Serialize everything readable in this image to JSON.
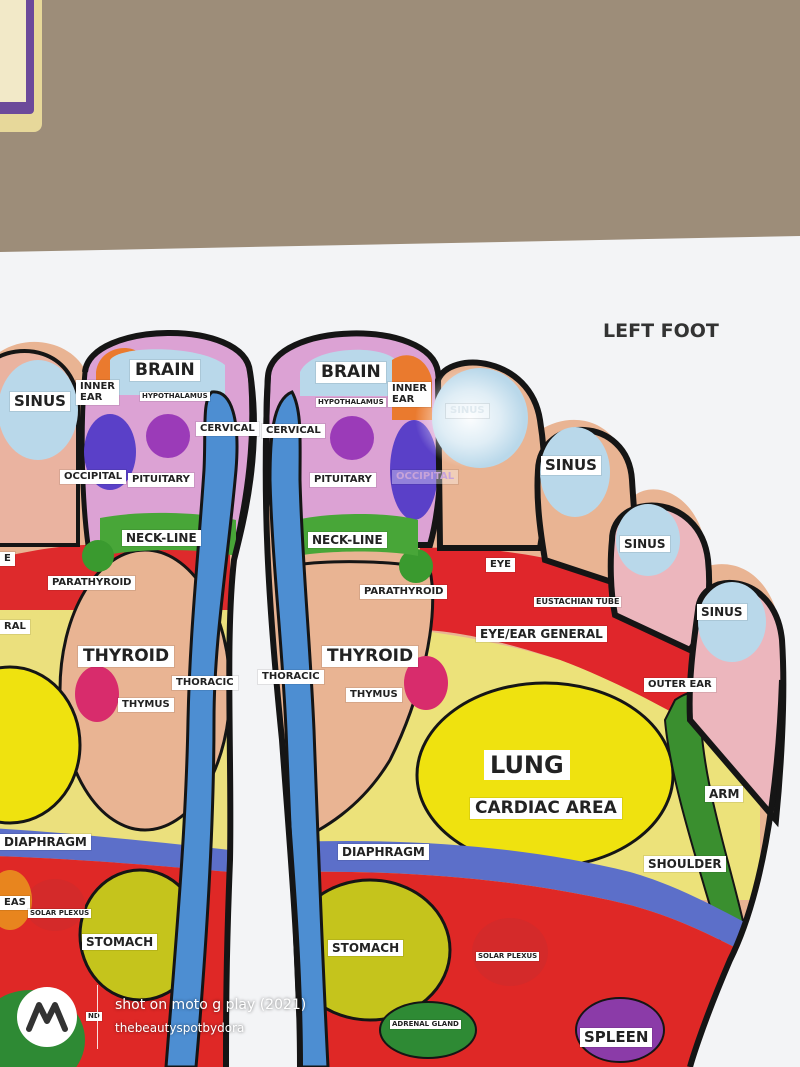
{
  "chart_title": "LEFT FOOT",
  "left_foot_labels": {
    "sinus": "SINUS",
    "brain": "BRAIN",
    "inner_ear": "INNER\nEAR",
    "hypothalamus": "HYPOTHALAMUS",
    "cervical": "CERVICAL",
    "occipital": "OCCIPITAL",
    "pituitary": "PITUITARY",
    "neck_line": "NECK-LINE",
    "parathyroid": "PARATHYROID",
    "edge_e": "E",
    "edge_ral": "RAL",
    "thyroid": "THYROID",
    "thoracic": "THORACIC",
    "thymus": "THYMUS",
    "diaphragm": "DIAPHRAGM",
    "edge_eas": "EAS",
    "solar_plexus": "SOLAR PLEXUS",
    "stomach": "STOMACH",
    "edge_nd": "ND"
  },
  "right_foot_labels": {
    "brain": "BRAIN",
    "inner_ear": "INNER\nEAR",
    "hypothalamus": "HYPOTHALAMUS",
    "cervical": "CERVICAL",
    "sinus_toe2": "SINUS",
    "sinus_toe3": "SINUS",
    "sinus_toe4": "SINUS",
    "sinus_toe5": "SINUS",
    "pituitary": "PITUITARY",
    "occipital": "OCCIPITAL",
    "neck_line": "NECK-LINE",
    "eye": "EYE",
    "parathyroid": "PARATHYROID",
    "eustachian_tube": "EUSTACHIAN TUBE",
    "eye_ear_general": "EYE/EAR GENERAL",
    "thyroid": "THYROID",
    "thoracic": "THORACIC",
    "thymus": "THYMUS",
    "outer_ear": "OUTER EAR",
    "lung": "LUNG",
    "cardiac_area": "CARDIAC AREA",
    "arm": "ARM",
    "diaphragm": "DIAPHRAGM",
    "shoulder": "SHOULDER",
    "stomach": "STOMACH",
    "solar_plexus": "SOLAR PLEXUS",
    "adrenal_gland": "ADRENAL GLAND",
    "spleen": "SPLEEN"
  },
  "watermark": {
    "logo": "motorola-logo-icon",
    "line1": "shot on moto g play (2021)",
    "line2": "thebeautyspotbydora"
  },
  "colors": {
    "carpet": "#9a8a76",
    "paper": "#f4f5f7",
    "outline": "#151515",
    "sinus_blue": "#b9d8ea",
    "spine_blue": "#4d8ed2",
    "pituitary_purple": "#9b3bb8",
    "pink_area": "#dca2d4",
    "skin": "#e9b493",
    "red_zone": "#e0262b",
    "yellow_zone": "#ece27a",
    "lung_yellow": "#efe20f",
    "green": "#3a8f2f",
    "thymus_pink": "#d82c6c",
    "stomach_yellow": "#c5c41c"
  }
}
